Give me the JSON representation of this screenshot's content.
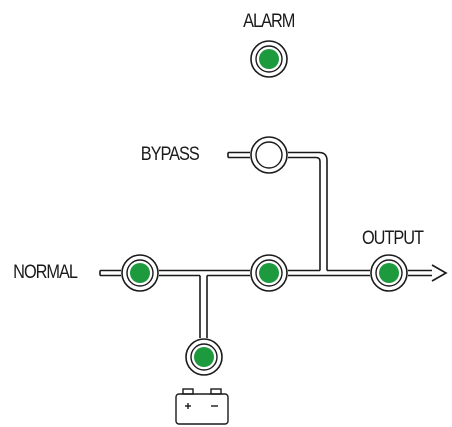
{
  "labels": {
    "alarm": "ALARM",
    "bypass": "BYPASS",
    "normal": "NORMAL",
    "output": "OUTPUT"
  },
  "indicators": [
    {
      "id": "alarm",
      "state": "on"
    },
    {
      "id": "bypass",
      "state": "off"
    },
    {
      "id": "normal",
      "state": "on"
    },
    {
      "id": "inverter",
      "state": "on"
    },
    {
      "id": "battery",
      "state": "on"
    },
    {
      "id": "output",
      "state": "on"
    }
  ],
  "colors": {
    "led_on": "#1e9a3e",
    "led_off": "#ffffff",
    "line": "#1a1a1a"
  },
  "icons": [
    "battery-icon",
    "output-arrow-icon"
  ]
}
